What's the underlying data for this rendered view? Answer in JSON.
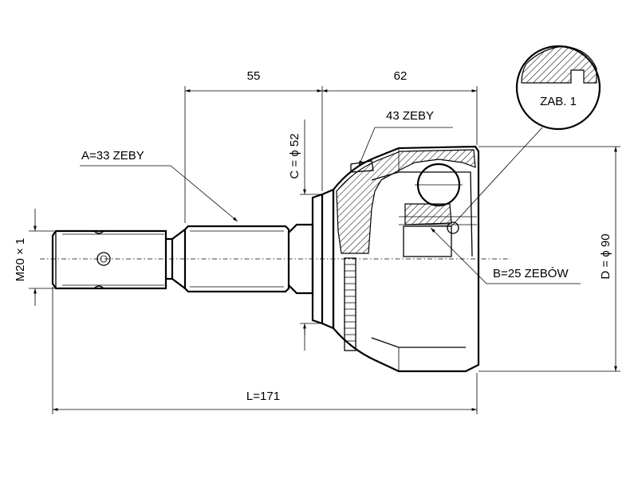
{
  "labels": {
    "dim_55": "55",
    "dim_62": "62",
    "teeth_43": "43 ZEBY",
    "c_phi_52": "C = ϕ 52",
    "a_33": "A=33 ZEBY",
    "m20x1": "M20 × 1",
    "b_25": "B=25 ZEBÓW",
    "d_phi_90": "D = ϕ 90",
    "l_171": "L=171",
    "zab_1": "ZAB. 1"
  },
  "colors": {
    "line": "#000000",
    "background": "#ffffff"
  }
}
